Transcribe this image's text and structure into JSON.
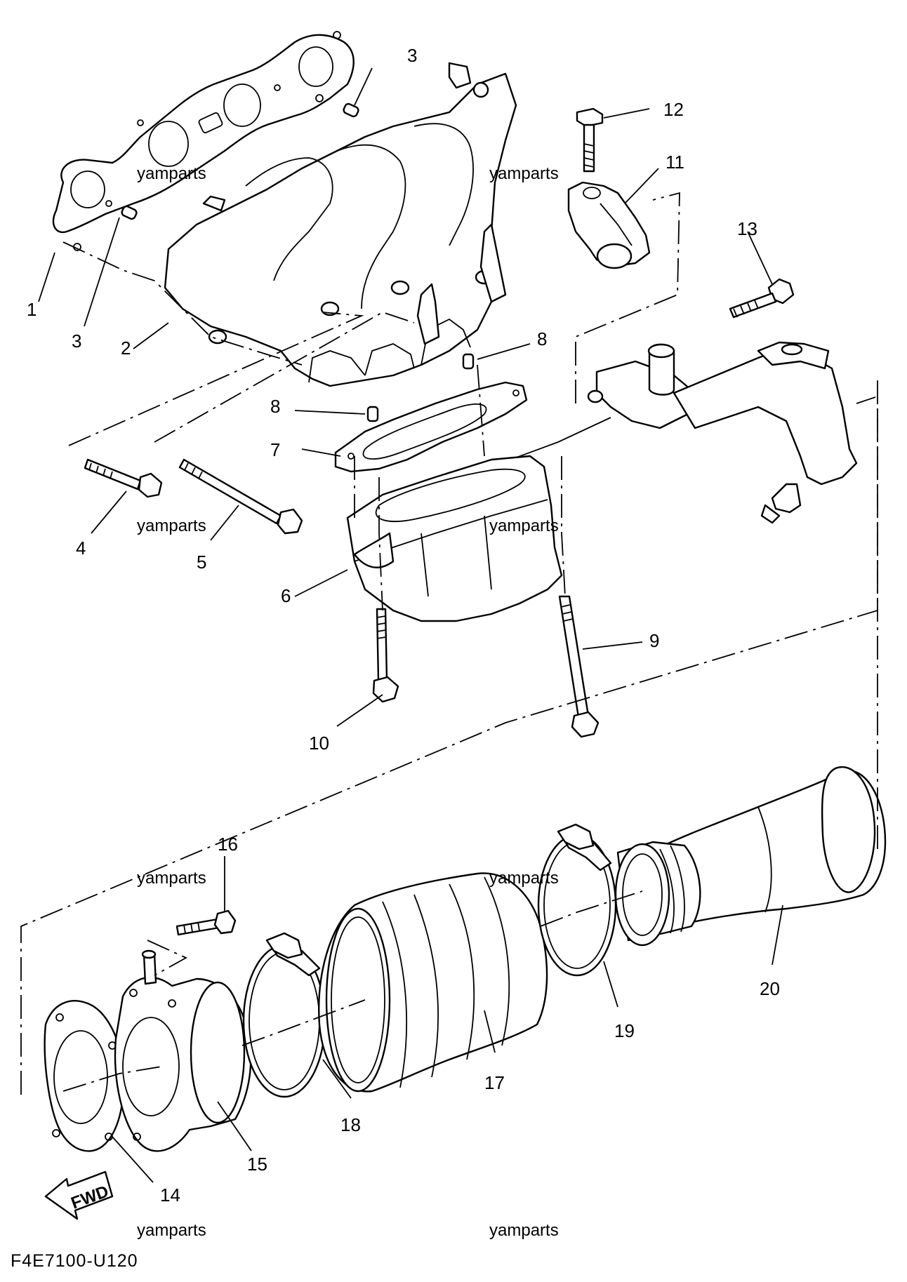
{
  "diagram": {
    "code": "F4E7100-U120",
    "fwd_label": "FWD",
    "watermark": "yamparts",
    "callouts": [
      "1",
      "2",
      "3",
      "3",
      "4",
      "5",
      "6",
      "7",
      "8",
      "8",
      "9",
      "10",
      "11",
      "12",
      "13",
      "14",
      "15",
      "16",
      "17",
      "18",
      "19",
      "20"
    ]
  }
}
